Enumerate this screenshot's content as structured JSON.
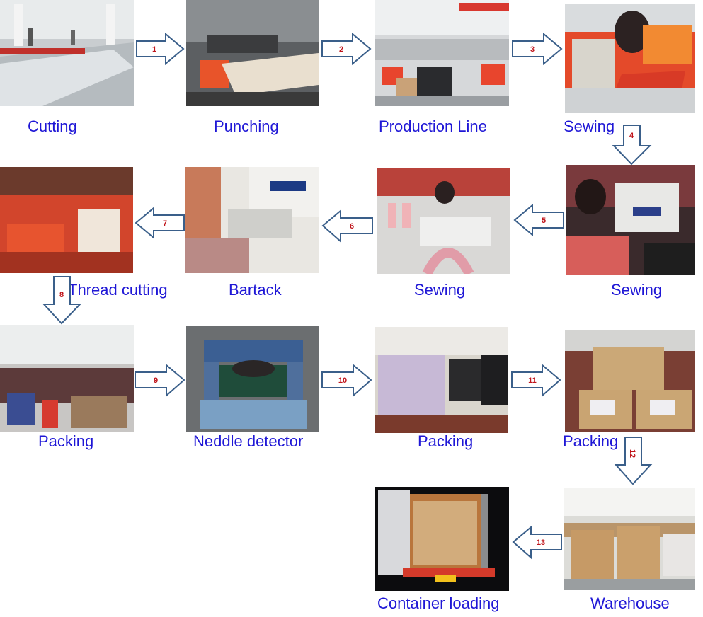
{
  "steps": {
    "s1": "Cutting",
    "s2": "Punching",
    "s3": "Production Line",
    "s4": "Sewing",
    "s5": "Sewing",
    "s6": "Sewing",
    "s7": "Bartack",
    "s8": "Thread cutting",
    "s9": "Packing",
    "s10": "Neddle detector",
    "s11": "Packing",
    "s12": "Packing",
    "s13": "Warehouse",
    "s14": "Container loading"
  },
  "arrows": {
    "a1": "1",
    "a2": "2",
    "a3": "3",
    "a4": "4",
    "a5": "5",
    "a6": "6",
    "a7": "7",
    "a8": "8",
    "a9": "9",
    "a10": "10",
    "a11": "11",
    "a12": "12",
    "a13": "13"
  },
  "colors": {
    "label": "#1f17d6",
    "arrow_stroke": "#3a5f8a",
    "arrow_number": "#c0151b"
  }
}
